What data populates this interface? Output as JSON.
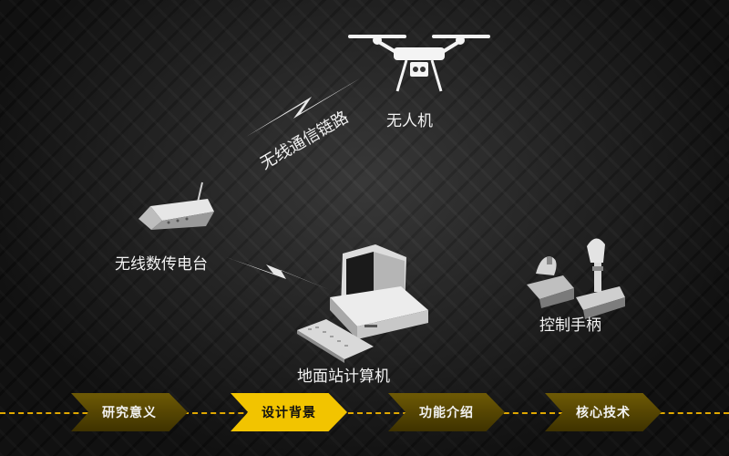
{
  "diagram": {
    "drone_label": "无人机",
    "link_label": "无线通信链路",
    "radio_label": "无线数传电台",
    "computer_label": "地面站计算机",
    "joystick_label": "控制手柄"
  },
  "nav": {
    "items": [
      {
        "label": "研究意义",
        "active": false
      },
      {
        "label": "设计背景",
        "active": true
      },
      {
        "label": "功能介绍",
        "active": false
      },
      {
        "label": "核心技术",
        "active": false
      }
    ]
  },
  "colors": {
    "accent": "#f2c400",
    "accent_dark": "#5a4a00",
    "dashed_line": "#e0a800",
    "text": "#f2f2f2"
  }
}
